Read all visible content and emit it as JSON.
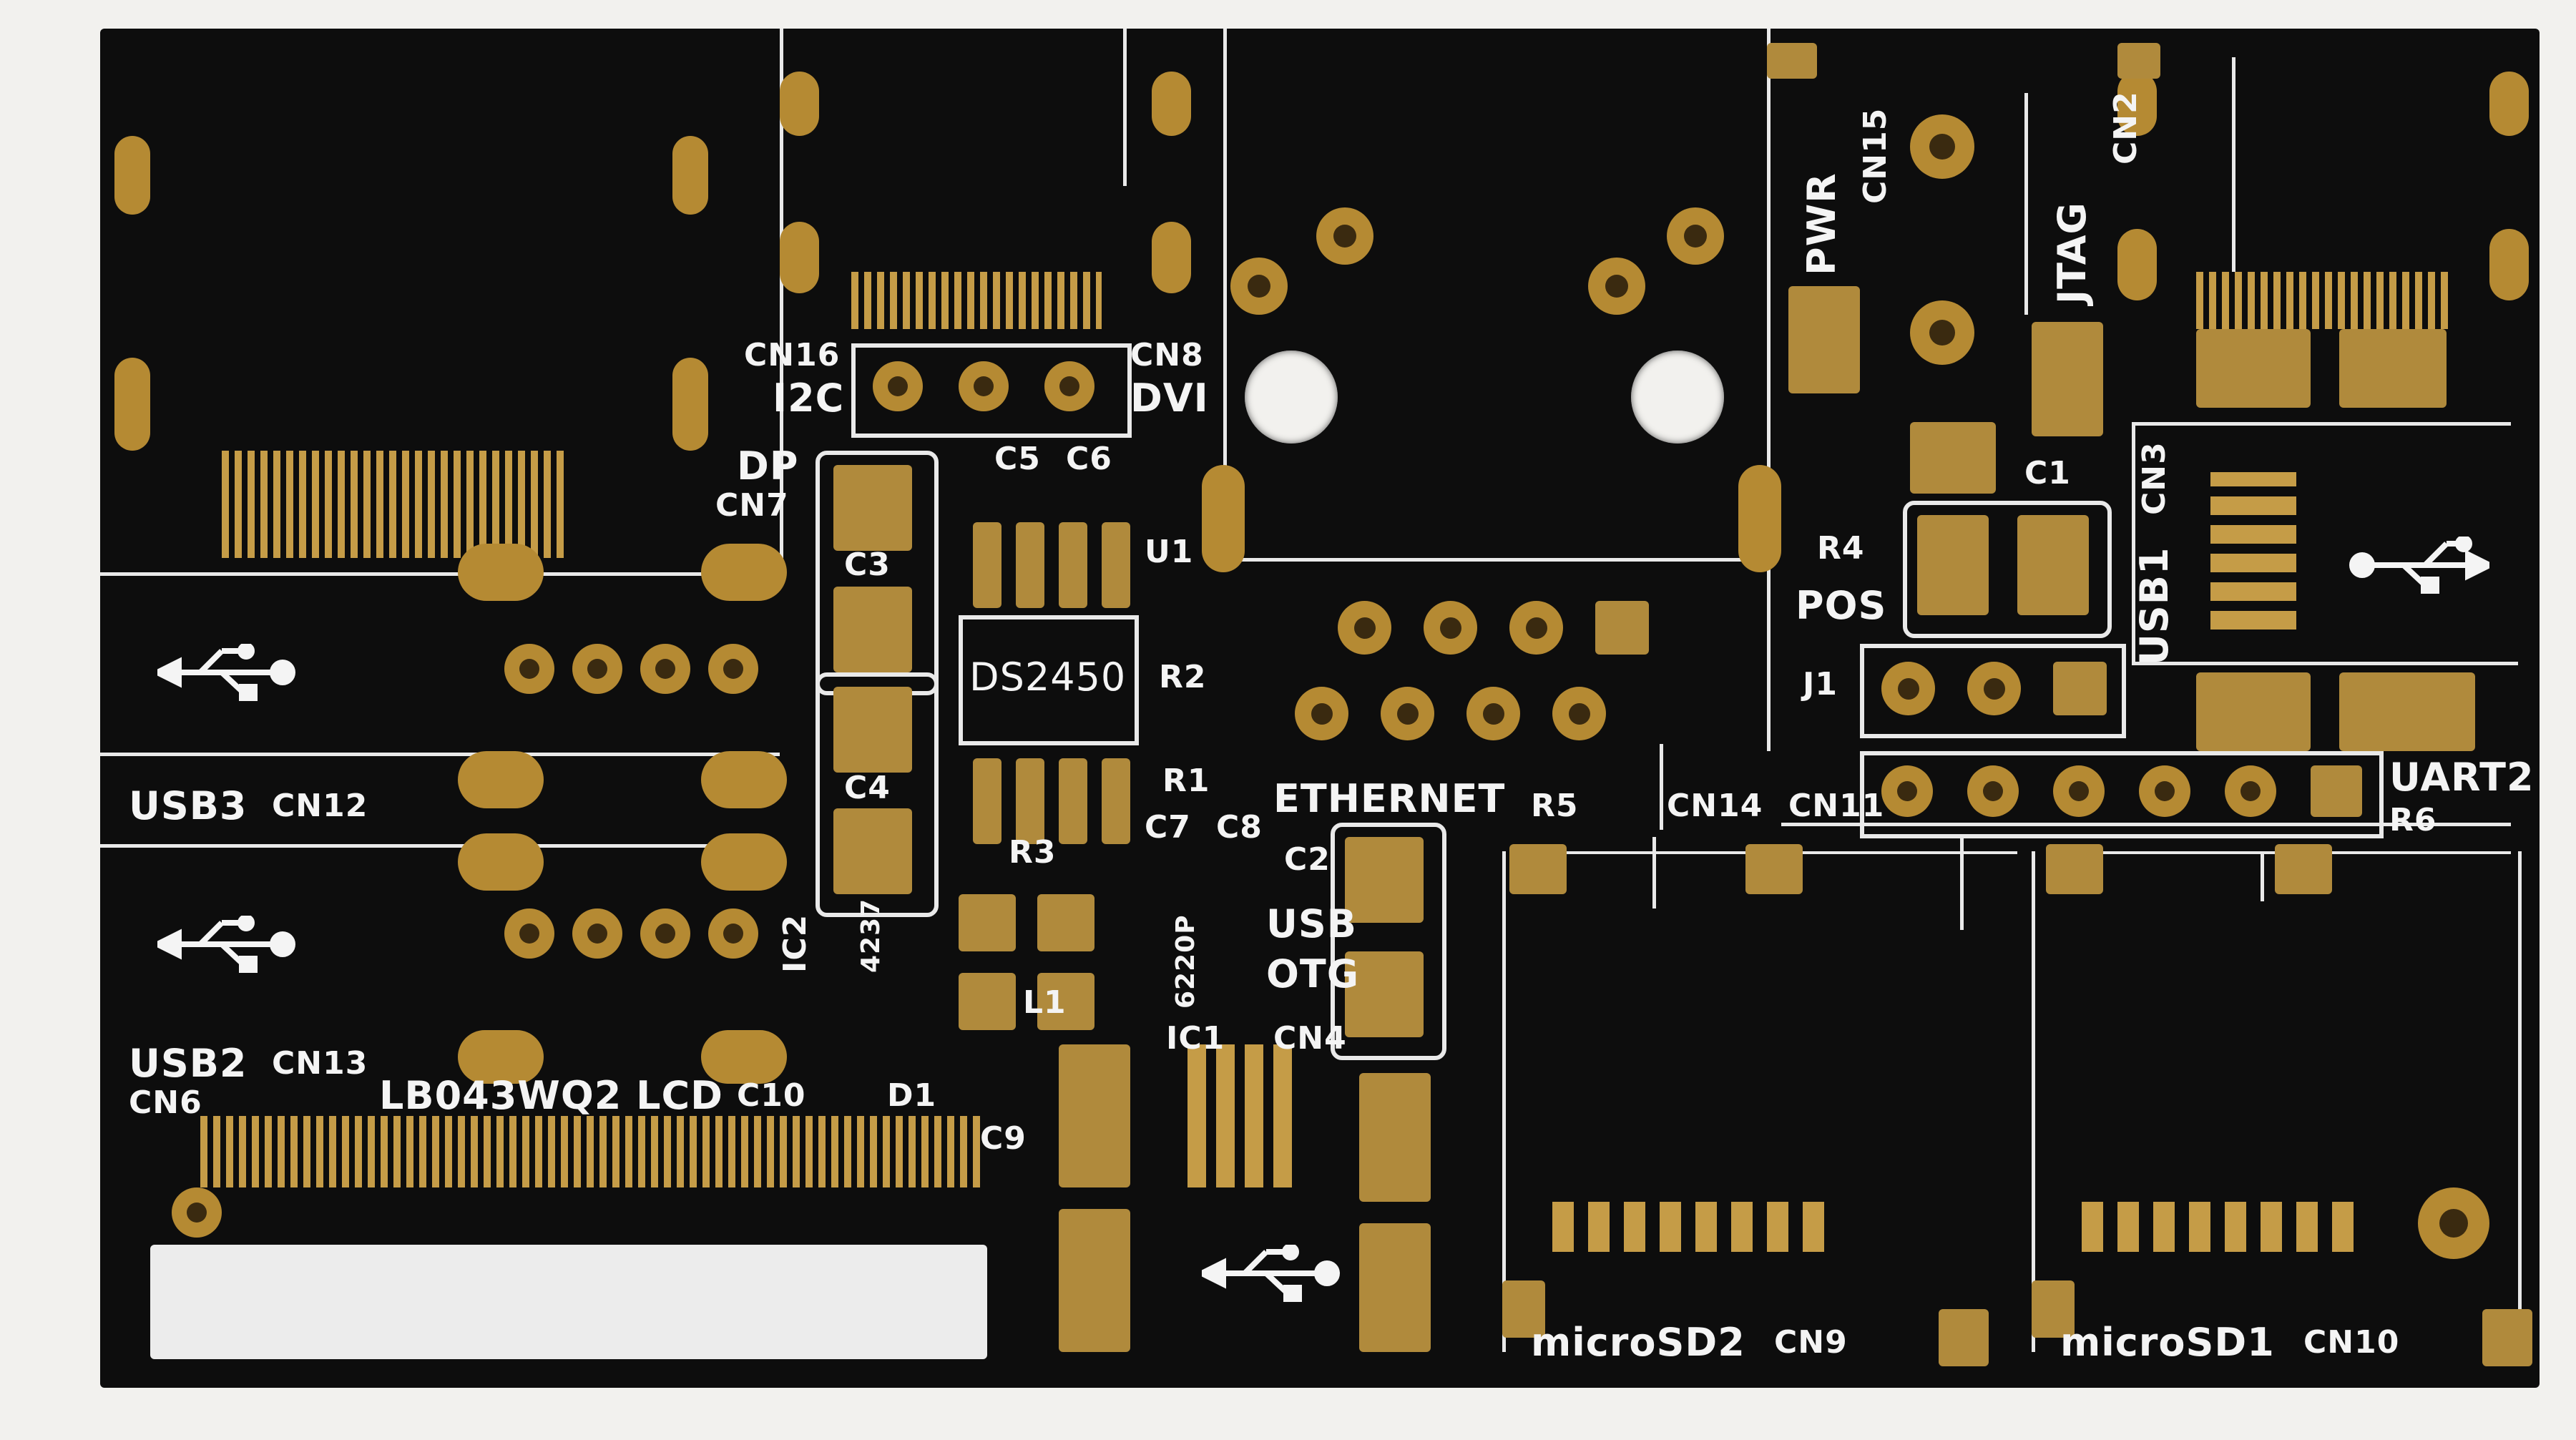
{
  "labels": {
    "cn16": "CN16",
    "i2c": "I2C",
    "cn8": "CN8",
    "dvi": "DVI",
    "dp": "DP",
    "cn7": "CN7",
    "c5": "C5",
    "c6": "C6",
    "u1": "U1",
    "c3": "C3",
    "c4": "C4",
    "ds2450": "DS2450",
    "r2": "R2",
    "r1": "R1",
    "pwr": "PWR",
    "cn15": "CN15",
    "jtag": "JTAG",
    "cn2": "CN2",
    "c1": "C1",
    "cn3": "CN3",
    "r4": "R4",
    "pos": "POS",
    "usb1": "USB1",
    "j1": "J1",
    "usb3": "USB3",
    "cn12": "CN12",
    "ethernet": "ETHERNET",
    "r5": "R5",
    "cn14": "CN14",
    "cn11": "CN11",
    "uart2": "UART2",
    "r6": "R6",
    "r3": "R3",
    "c7": "C7",
    "c8": "C8",
    "c2": "C2",
    "usb": "USB",
    "otg": "OTG",
    "ic2": "IC2",
    "ic2_part": "4237",
    "ic1_part": "6220P",
    "ic1": "IC1",
    "cn4": "CN4",
    "l1": "L1",
    "usb2": "USB2",
    "cn13": "CN13",
    "lcd": "LB043WQ2 LCD",
    "c10": "C10",
    "d1": "D1",
    "cn6": "CN6",
    "c9": "C9",
    "microsd2": "microSD2",
    "cn9": "CN9",
    "microsd1": "microSD1",
    "cn10": "CN10"
  },
  "icons": [
    "usb-icon",
    "usb-icon",
    "usb-icon",
    "usb-icon"
  ],
  "colors": {
    "board": "#0d0d0d",
    "silkscreen": "#f4f4f4",
    "gold_pad": "#b58a33",
    "background": "#f2f1ee"
  }
}
